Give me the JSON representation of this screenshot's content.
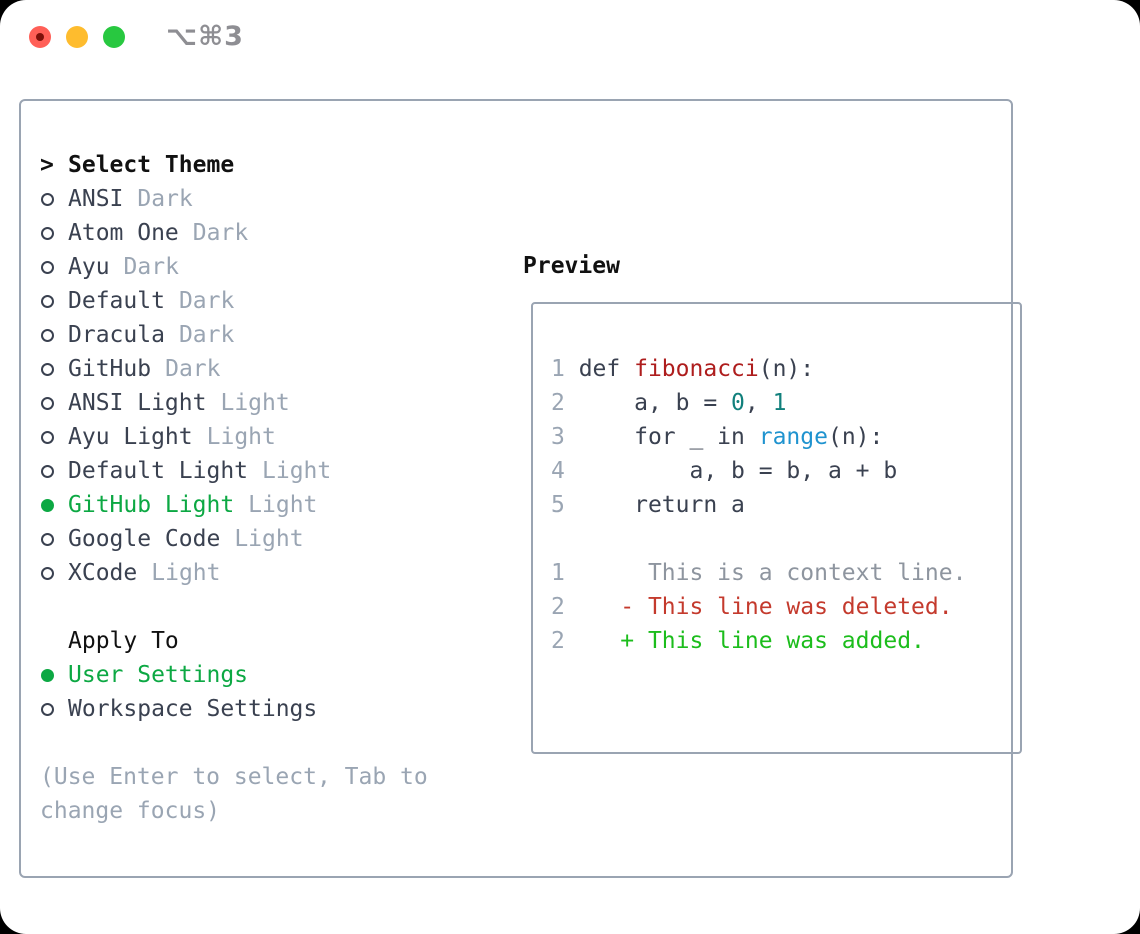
{
  "titlebar": {
    "shortcut": "⌥⌘3"
  },
  "colors": {
    "window_bg": "#ffffff",
    "outside_bg": "#000000",
    "panel_border": "#9aa4b2",
    "text_black": "#111111",
    "text_dark": "#3a4150",
    "muted": "#9aa5b3",
    "accent_green": "#0ca843",
    "traffic_red": "#ff5f57",
    "traffic_red_dot": "#7d100a",
    "traffic_yellow": "#febc2e",
    "traffic_green": "#28c840",
    "shortcut_gray": "#8e8e93",
    "code_default": "#3a4150",
    "func_red": "#ae1d1d",
    "number_teal": "#11807c",
    "builtin_blue": "#1f93cf",
    "diff_context": "#8e959f",
    "diff_deleted": "#c43a2d",
    "diff_added": "#1cbd1c"
  },
  "theme_panel": {
    "header": {
      "prefix": ">",
      "label": "Select Theme"
    },
    "items": [
      {
        "name": "ANSI",
        "tag": "Dark",
        "selected": false
      },
      {
        "name": "Atom One",
        "tag": "Dark",
        "selected": false
      },
      {
        "name": "Ayu",
        "tag": "Dark",
        "selected": false
      },
      {
        "name": "Default",
        "tag": "Dark",
        "selected": false
      },
      {
        "name": "Dracula",
        "tag": "Dark",
        "selected": false
      },
      {
        "name": "GitHub",
        "tag": "Dark",
        "selected": false
      },
      {
        "name": "ANSI Light",
        "tag": "Light",
        "selected": false
      },
      {
        "name": "Ayu Light",
        "tag": "Light",
        "selected": false
      },
      {
        "name": "Default Light",
        "tag": "Light",
        "selected": false
      },
      {
        "name": "GitHub Light",
        "tag": "Light",
        "selected": true
      },
      {
        "name": "Google Code",
        "tag": "Light",
        "selected": false
      },
      {
        "name": "XCode",
        "tag": "Light",
        "selected": false
      }
    ],
    "apply_to": {
      "header": "Apply To",
      "options": [
        {
          "label": "User Settings",
          "selected": true
        },
        {
          "label": "Workspace Settings",
          "selected": false
        }
      ]
    },
    "hint_lines": [
      "(Use Enter to select, Tab to",
      "change focus)"
    ]
  },
  "preview": {
    "title": "Preview",
    "code_lines": [
      {
        "num": "1",
        "tokens": [
          {
            "t": " def "
          },
          {
            "t": "fibonacci"
          },
          {
            "t": "(n):"
          }
        ]
      },
      {
        "num": "2",
        "tokens": [
          {
            "t": "     a, b = "
          },
          {
            "t": "0"
          },
          {
            "t": ", "
          },
          {
            "t": "1"
          }
        ]
      },
      {
        "num": "3",
        "tokens": [
          {
            "t": "     for _ in "
          },
          {
            "t": "range"
          },
          {
            "t": "(n):"
          }
        ]
      },
      {
        "num": "4",
        "tokens": [
          {
            "t": "         a, b = b, a + b"
          }
        ]
      },
      {
        "num": "5",
        "tokens": [
          {
            "t": "     return a"
          }
        ]
      }
    ],
    "diff_lines": [
      {
        "num": "1",
        "text": "      This is a context line.",
        "kind": "context"
      },
      {
        "num": "2",
        "text": "    - This line was deleted.",
        "kind": "deleted"
      },
      {
        "num": "2",
        "text": "    + This line was added.",
        "kind": "added"
      }
    ]
  }
}
